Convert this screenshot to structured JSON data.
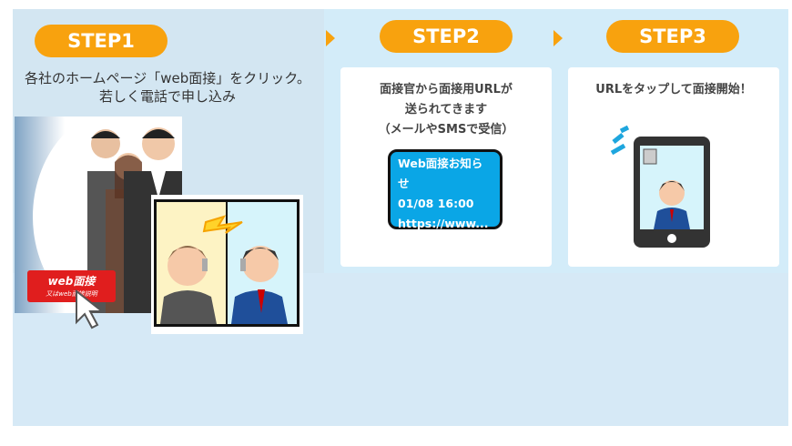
{
  "steps": [
    {
      "label": "STEP1",
      "text_line1": "各社のホームページ「web面接」をクリック。",
      "text_line2": "若しく電話で申し込み",
      "button_main": "web面接",
      "button_sub": "又はweb面接説明"
    },
    {
      "label": "STEP2",
      "text_lines": [
        "面接官から面接用URLが",
        "送られてきます",
        "（メールやSMSで受信）"
      ],
      "message": {
        "title": "Web面接お知らせ",
        "datetime": "01/08 16:00",
        "url": "https://www..."
      }
    },
    {
      "label": "STEP3",
      "text": "URLをタップして面接開始！"
    }
  ],
  "colors": {
    "accent": "#f8a20e",
    "bubble": "#0aa6e6",
    "background": "#d6e9f6"
  }
}
